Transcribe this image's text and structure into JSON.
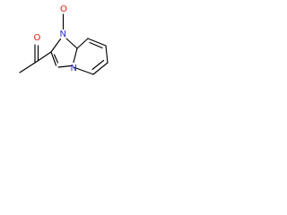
{
  "molecule": {
    "atoms": {
      "acetyl_oxygen": {
        "symbol": "O",
        "color": "#e8160b"
      },
      "n_oxide_oxygen": {
        "symbol": "O",
        "color": "#e8160b"
      },
      "ring_nitrogen_top": {
        "symbol": "N",
        "color": "#2b2bd9"
      },
      "ring_nitrogen_bottom": {
        "symbol": "N",
        "color": "#2b2bd9"
      }
    }
  },
  "colors": {
    "bond": "#000000",
    "background": "#ffffff",
    "oxygen": "#e8160b",
    "nitrogen": "#2b2bd9"
  }
}
